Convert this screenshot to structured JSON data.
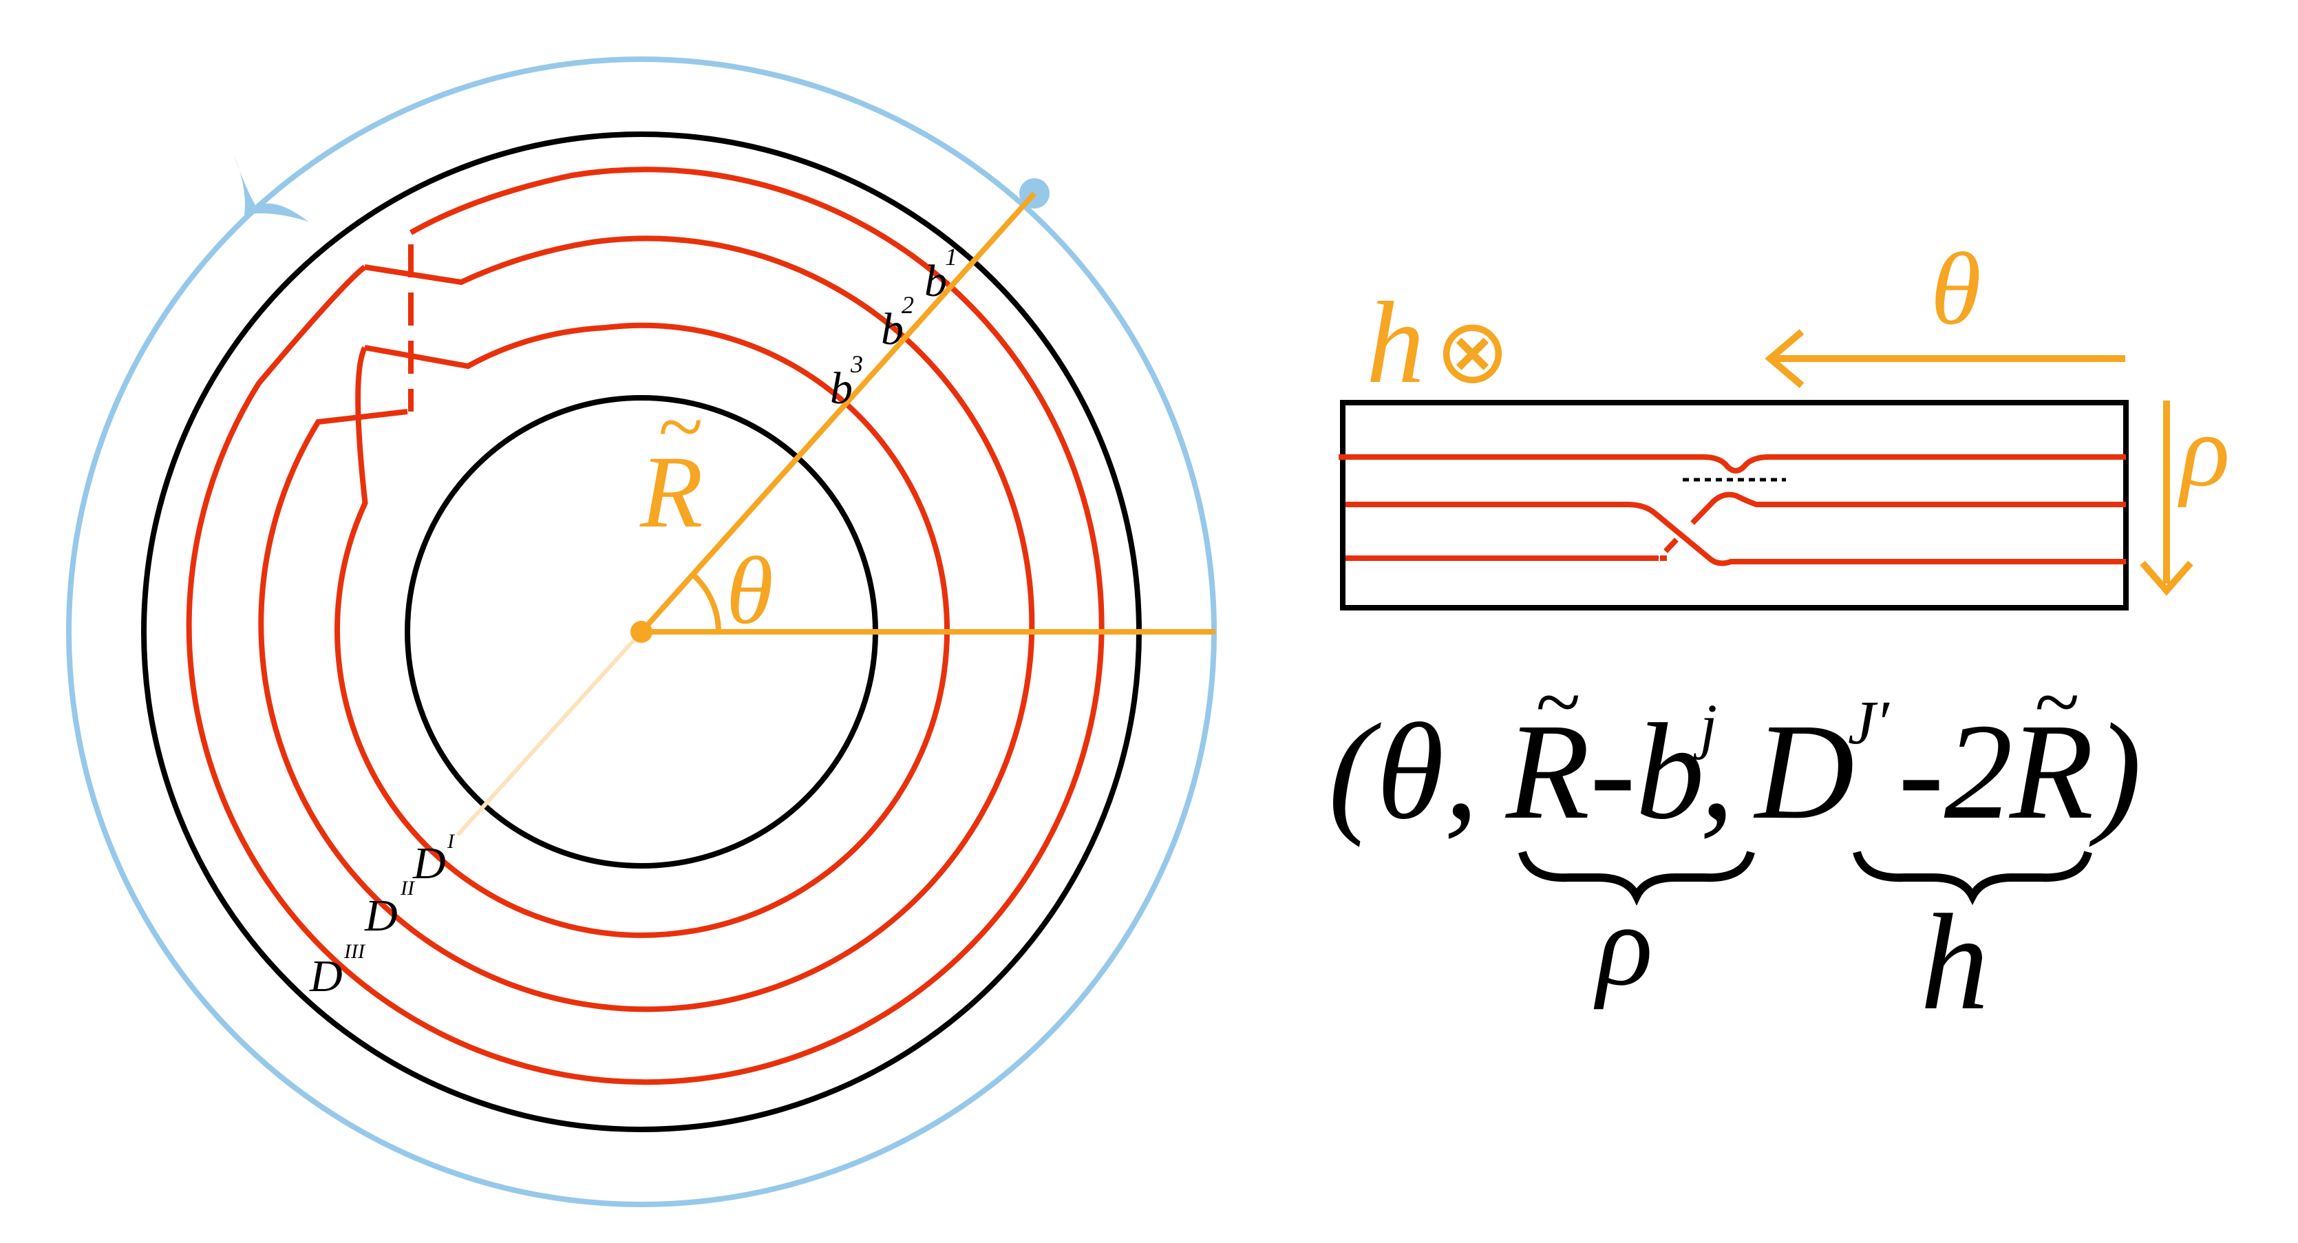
{
  "colors": {
    "orbit": "#96C8EA",
    "boundary": "#000000",
    "strand": "#E8310C",
    "coord": "#F6A622",
    "coord_faded": "#FCE3BC"
  },
  "left_panel": {
    "label_R": "R",
    "label_R_tilde": "~",
    "label_theta": "θ",
    "b_labels": [
      {
        "base": "b",
        "sup": "1"
      },
      {
        "base": "b",
        "sup": "2"
      },
      {
        "base": "b",
        "sup": "3"
      }
    ],
    "d_labels": [
      {
        "base": "D",
        "sup": "I"
      },
      {
        "base": "D",
        "sup": "II"
      },
      {
        "base": "D",
        "sup": "III"
      }
    ]
  },
  "right_panel": {
    "h_label": "h",
    "h_symbol": "⊗",
    "theta_label": "θ",
    "rho_label": "ρ"
  },
  "formula": {
    "open": "(",
    "theta": "θ,",
    "r_tilde": "~",
    "r": "R",
    "minus_b": "-b",
    "b_sup": "j",
    "comma": ",",
    "d": "D",
    "d_sup": "J′",
    "minus_2": "-2",
    "r2_tilde": "~",
    "r2": "R",
    "close": ")",
    "rho": "ρ",
    "h": "h"
  }
}
